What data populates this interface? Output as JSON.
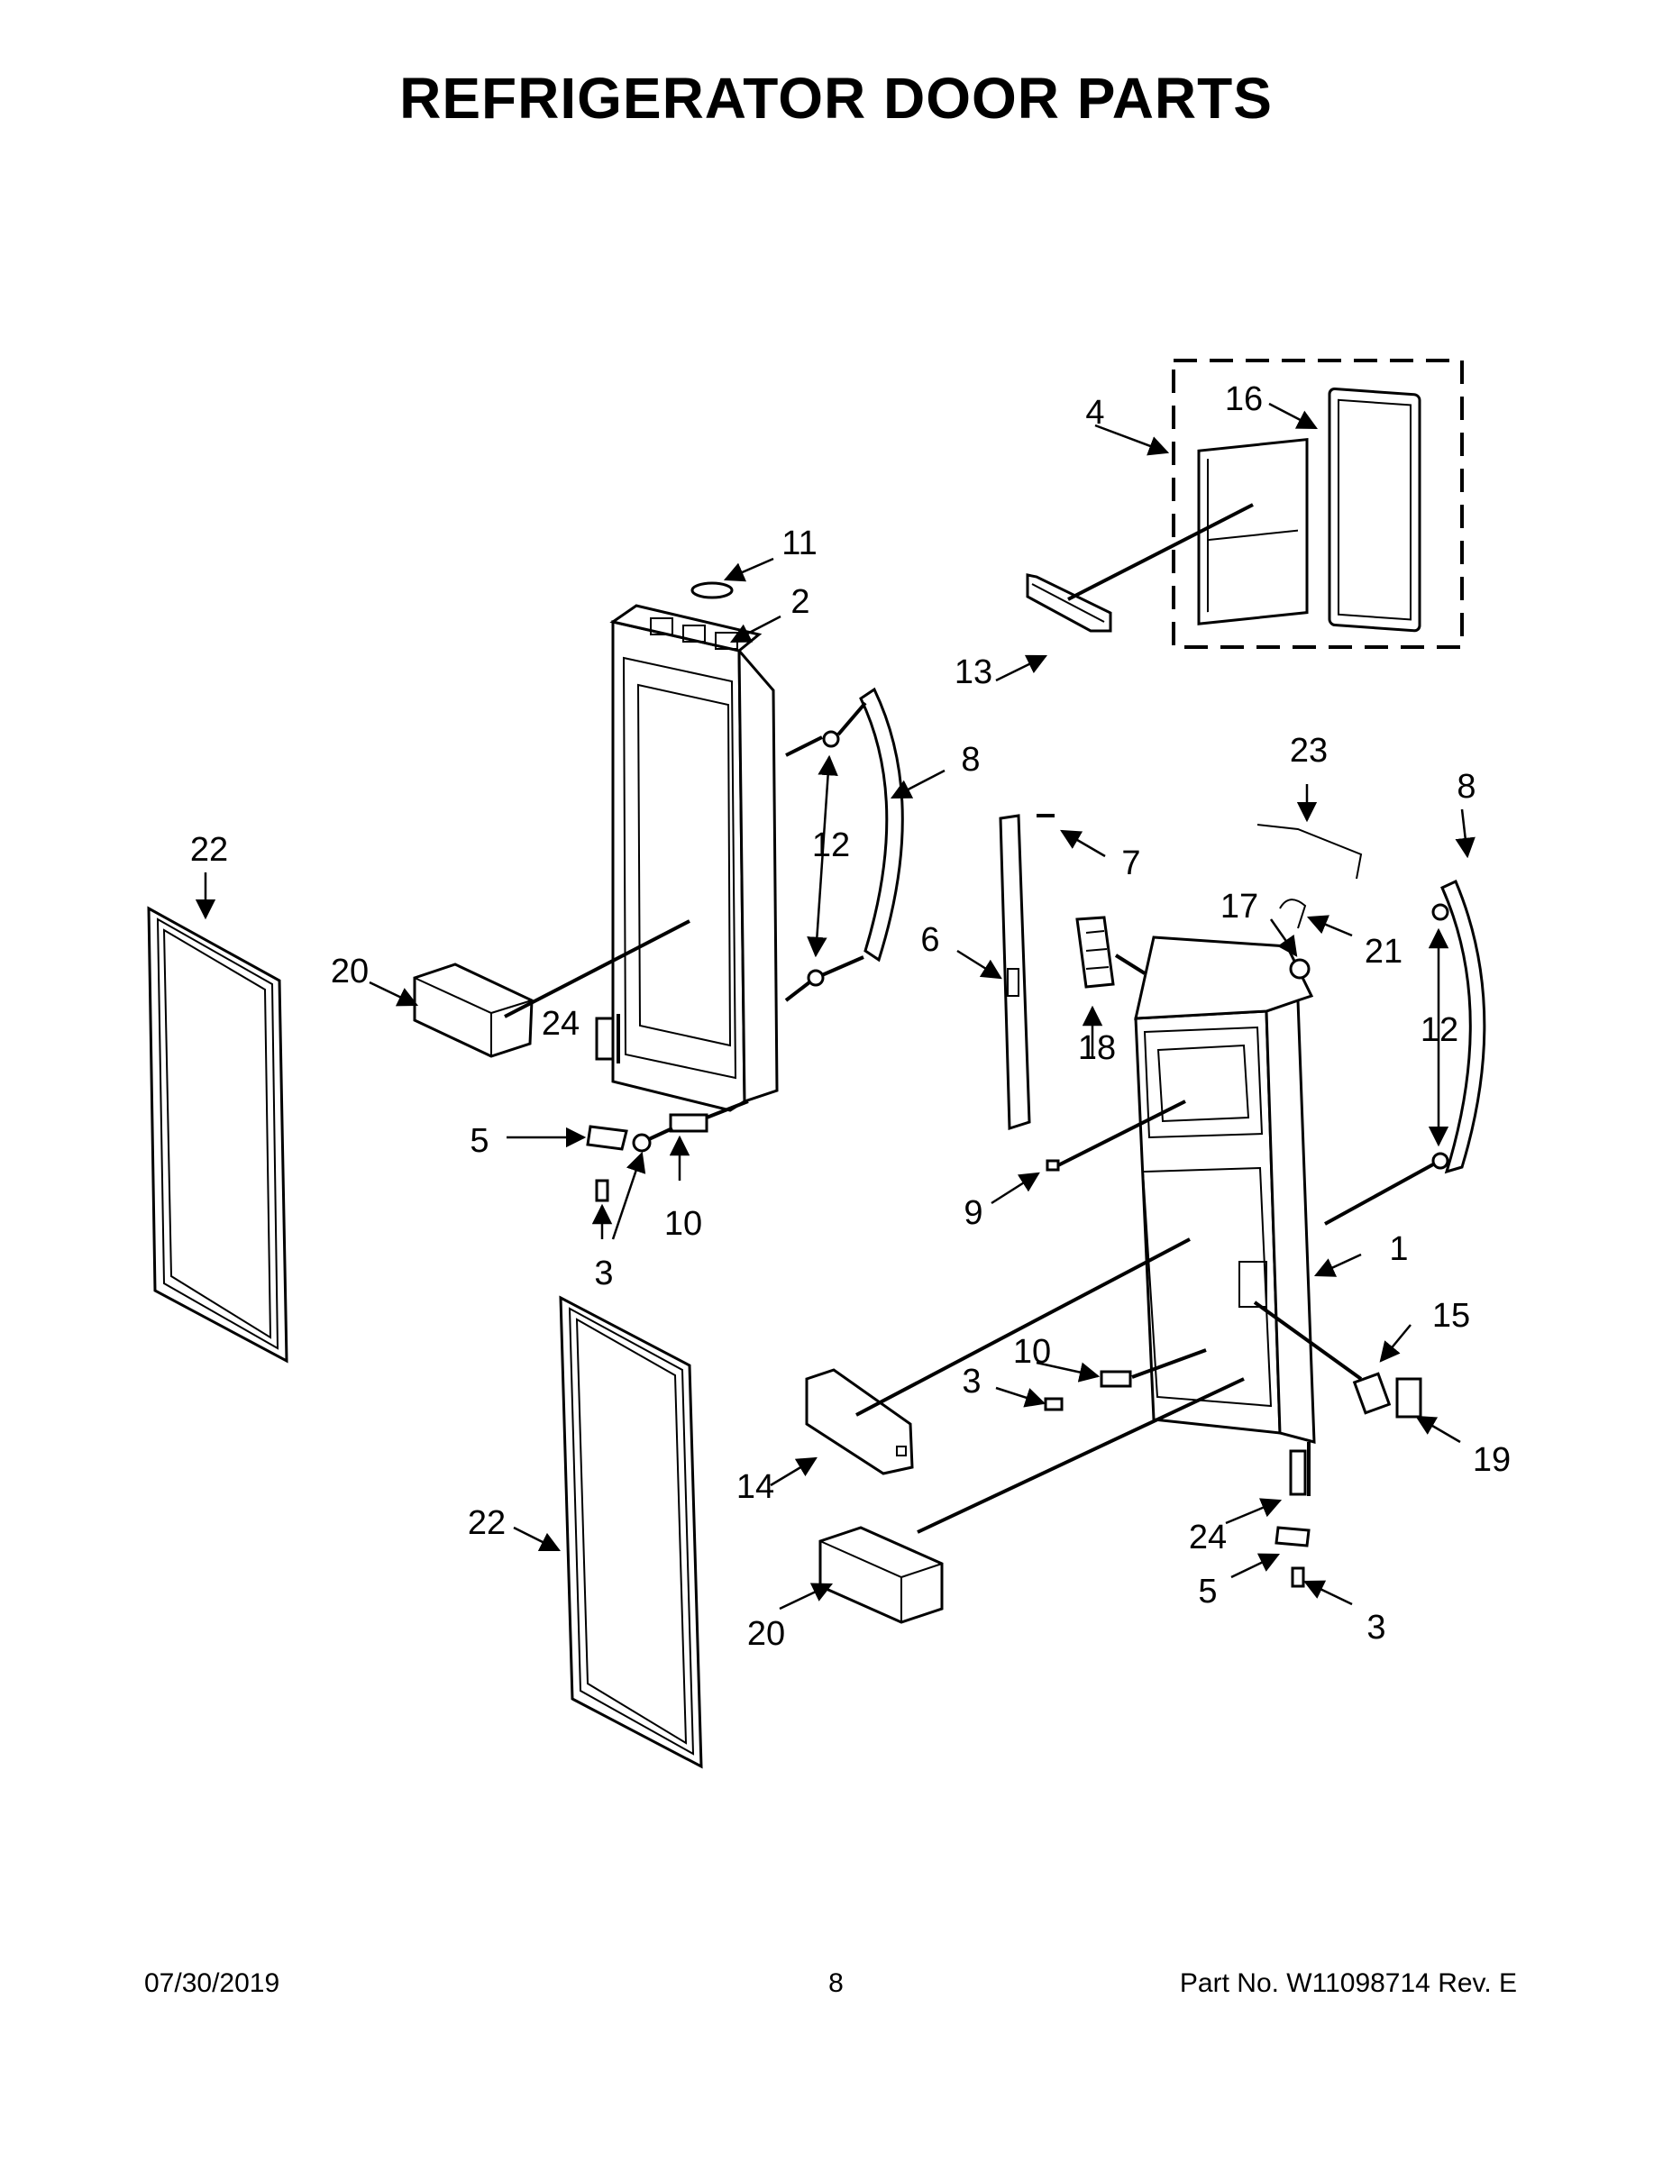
{
  "title": "REFRIGERATOR DOOR PARTS",
  "callouts": {
    "c1": "1",
    "c2": "2",
    "c3a": "3",
    "c3b": "3",
    "c3c": "3",
    "c4": "4",
    "c5a": "5",
    "c5b": "5",
    "c6": "6",
    "c7": "7",
    "c8a": "8",
    "c8b": "8",
    "c9": "9",
    "c10a": "10",
    "c10b": "10",
    "c11": "11",
    "c12a": "12",
    "c12b": "12",
    "c13": "13",
    "c14": "14",
    "c15": "15",
    "c16": "16",
    "c17": "17",
    "c18": "18",
    "c19": "19",
    "c20a": "20",
    "c20b": "20",
    "c21": "21",
    "c22a": "22",
    "c22b": "22",
    "c23": "23",
    "c24a": "24",
    "c24b": "24"
  },
  "footer": {
    "date": "07/30/2019",
    "page": "8",
    "part_number": "Part No.  W11098714  Rev.  E"
  }
}
